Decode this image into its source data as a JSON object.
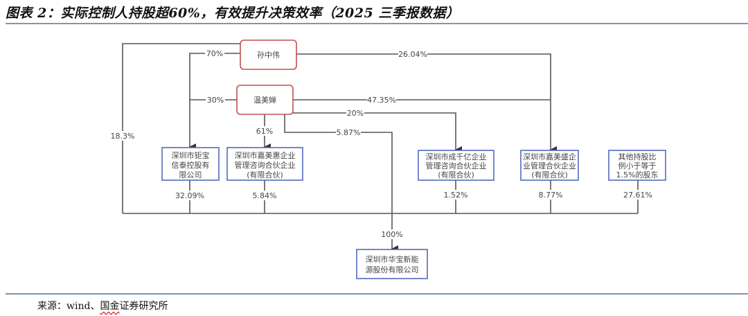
{
  "title": "图表 2：实际控制人持股超60%，有效提升决策效率（2025 三季报数据）",
  "footer": {
    "prefix": "来源：wind、",
    "underlined": "国金",
    "suffix": "证券研究所"
  },
  "colors": {
    "person_border": "#c0504d",
    "entity_border": "#4f6bc0",
    "line": "#555555",
    "rule": "#7d97b0"
  },
  "nodes": {
    "sun": {
      "lines": [
        "孙中伟"
      ]
    },
    "wen": {
      "lines": [
        "温美婵"
      ]
    },
    "jubao": {
      "lines": [
        "深圳市钜宝",
        "信泰控股有",
        "限公司"
      ]
    },
    "jiameihui": {
      "lines": [
        "深圳市嘉美惠企业",
        "管理咨询合伙企业",
        "(有限合伙)"
      ]
    },
    "chengqianyi": {
      "lines": [
        "深圳市成千亿企业",
        "管理咨询合伙企业",
        "(有限合伙)"
      ]
    },
    "jiameisheng": {
      "lines": [
        "深圳市嘉美盛企",
        "业管理合伙企业",
        "(有限合伙)"
      ]
    },
    "others": {
      "lines": [
        "其他持股比",
        "例小于等于",
        "1.5%的股东"
      ]
    },
    "target": {
      "lines": [
        "深圳市华宝新能",
        "源股份有限公司"
      ]
    }
  },
  "edges": [
    {
      "from": "sun",
      "to": "jubao",
      "label": "70%"
    },
    {
      "from": "wen",
      "to": "jubao",
      "label": "30%"
    },
    {
      "from": "sun",
      "to": "jiameisheng",
      "label": "26.04%"
    },
    {
      "from": "wen",
      "to": "jiameisheng",
      "label": "47.35%"
    },
    {
      "from": "wen",
      "to": "chengqianyi",
      "label": "20%"
    },
    {
      "from": "wen",
      "to": "jiameihui",
      "label": "61%"
    },
    {
      "from": "wen",
      "to": "target",
      "label": "5.87%"
    },
    {
      "from": "sun",
      "to": "target",
      "label": "18.3%"
    },
    {
      "from": "jubao",
      "to": "target",
      "label": "32.09%"
    },
    {
      "from": "jiameihui",
      "to": "target",
      "label": "5.84%"
    },
    {
      "from": "chengqianyi",
      "to": "target",
      "label": "1.52%"
    },
    {
      "from": "jiameisheng",
      "to": "target",
      "label": "8.77%"
    },
    {
      "from": "others",
      "to": "target",
      "label": "27.61%"
    },
    {
      "from": "bus",
      "to": "target",
      "label": "100%"
    }
  ]
}
